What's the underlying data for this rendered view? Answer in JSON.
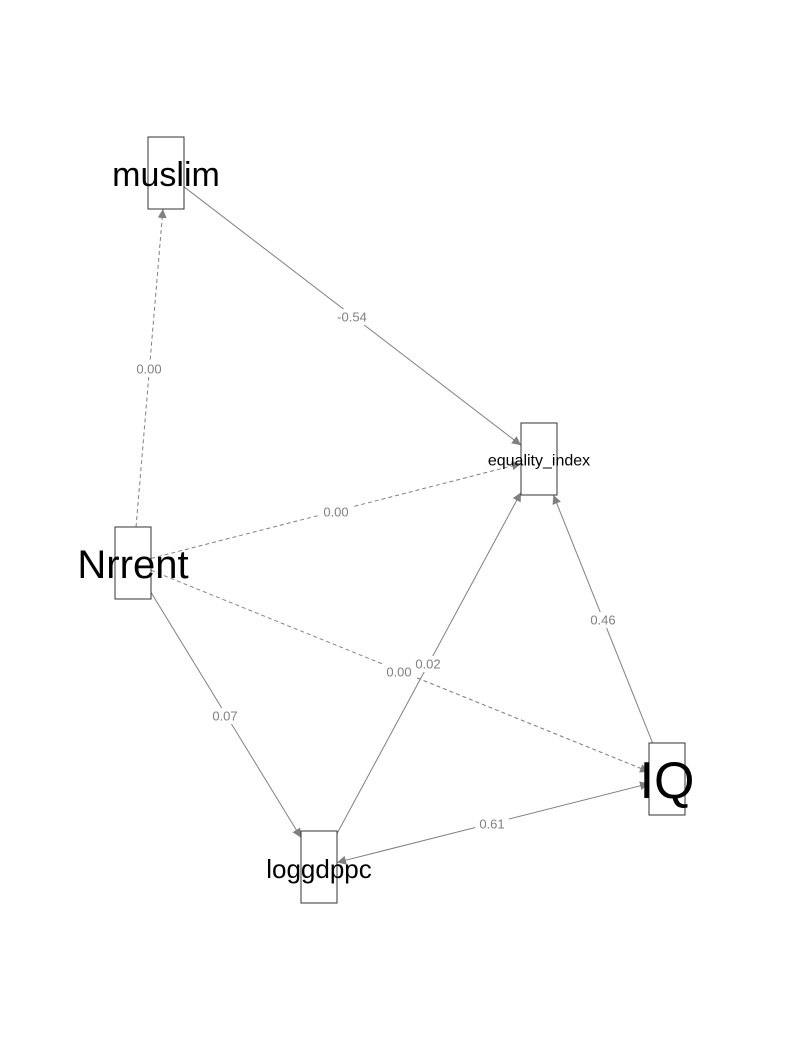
{
  "diagram": {
    "nodes": [
      {
        "id": "muslim",
        "label": "muslim"
      },
      {
        "id": "equality_index",
        "label": "equality_index"
      },
      {
        "id": "Nrrent",
        "label": "Nrrent"
      },
      {
        "id": "IQ",
        "label": "IQ"
      },
      {
        "id": "loggdppc",
        "label": "loggdppc"
      }
    ],
    "edges": [
      {
        "from": "muslim",
        "to": "equality_index",
        "label": "-0.54",
        "style": "solid",
        "arrows": "end"
      },
      {
        "from": "Nrrent",
        "to": "muslim",
        "label": "0.00",
        "style": "dashed",
        "arrows": "end"
      },
      {
        "from": "Nrrent",
        "to": "equality_index",
        "label": "0.00",
        "style": "dashed",
        "arrows": "end"
      },
      {
        "from": "Nrrent",
        "to": "IQ",
        "label": "0.00",
        "style": "dashed",
        "arrows": "end"
      },
      {
        "from": "Nrrent",
        "to": "loggdppc",
        "label": "0.07",
        "style": "solid",
        "arrows": "end"
      },
      {
        "from": "loggdppc",
        "to": "equality_index",
        "label": "0.02",
        "style": "solid",
        "arrows": "end"
      },
      {
        "from": "IQ",
        "to": "equality_index",
        "label": "0.46",
        "style": "solid",
        "arrows": "end"
      },
      {
        "from": "IQ",
        "to": "loggdppc",
        "label": "0.61",
        "style": "solid",
        "arrows": "both"
      }
    ],
    "colors": {
      "edge": "#808080",
      "node_border": "#333333",
      "text": "#000000"
    }
  }
}
